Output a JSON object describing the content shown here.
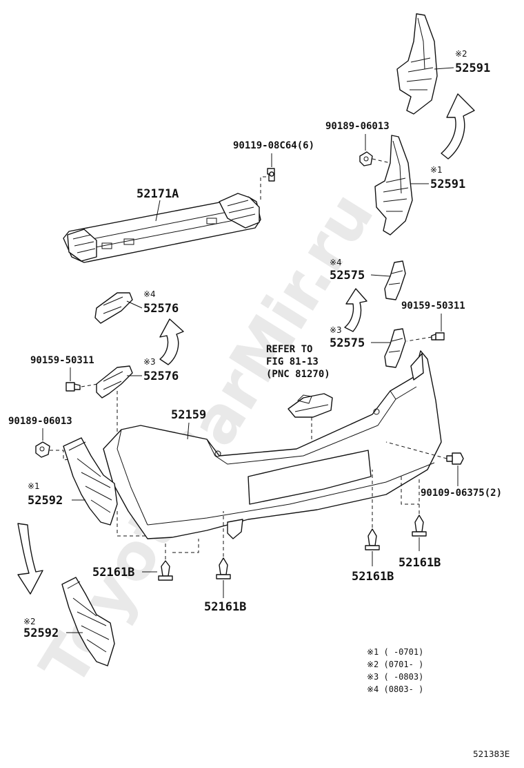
{
  "watermark": "ToyotaCarMir.ru",
  "labels": {
    "reinforcement": "52171A",
    "bolt_top": "90119-08C64(6)",
    "clip_top": "90189-06013",
    "bracket_r_note": "※2",
    "bracket_r_top": "52591",
    "bracket_r_note2": "※1",
    "bracket_r_bottom": "52591",
    "retainer_r_note1": "※4",
    "retainer_r_1": "52575",
    "retainer_r_note2": "※3",
    "retainer_r_2": "52575",
    "screw_right": "90159-50311",
    "retainer_l_note1": "※4",
    "retainer_l_1": "52576",
    "retainer_l_note2": "※3",
    "retainer_l_2": "52576",
    "screw_left": "90159-50311",
    "clip_left": "90189-06013",
    "cover": "52159",
    "bracket_l_note1": "※1",
    "bracket_l_1": "52592",
    "bracket_l_note2": "※2",
    "bracket_l_2": "52592",
    "bolt_right": "90109-06375(2)",
    "rivet_1": "52161B",
    "rivet_2": "52161B",
    "rivet_3": "52161B",
    "rivet_4": "52161B"
  },
  "refer": [
    "REFER TO",
    "FIG 81-13",
    "(PNC 81270)"
  ],
  "legend": [
    "※1 (     -0701)",
    "※2 (0701-     )",
    "※3 (     -0803)",
    "※4 (0803-     )"
  ],
  "diagram_code": "521383E"
}
